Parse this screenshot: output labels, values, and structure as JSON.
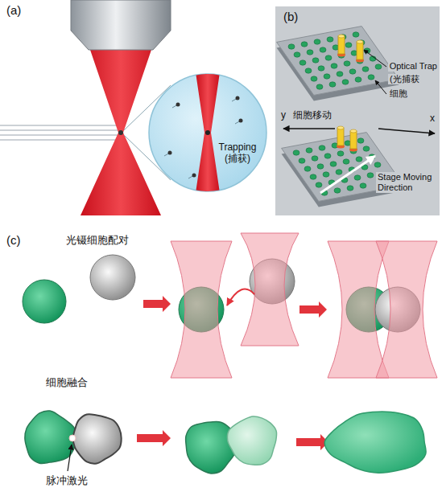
{
  "diagram": {
    "nodes": [
      {
        "text": [
          "Trapping (捕获)"
        ]
      }
    ],
    "labels": [
      "(a)",
      "(b)",
      "Optical Trap",
      "(光捕获",
      "细胞",
      "y",
      "细胞移动",
      "x",
      "Stage Moving Direction",
      "(c)",
      "光镊细胞配对",
      "细胞融合",
      "脉冲激光"
    ]
  }
}
